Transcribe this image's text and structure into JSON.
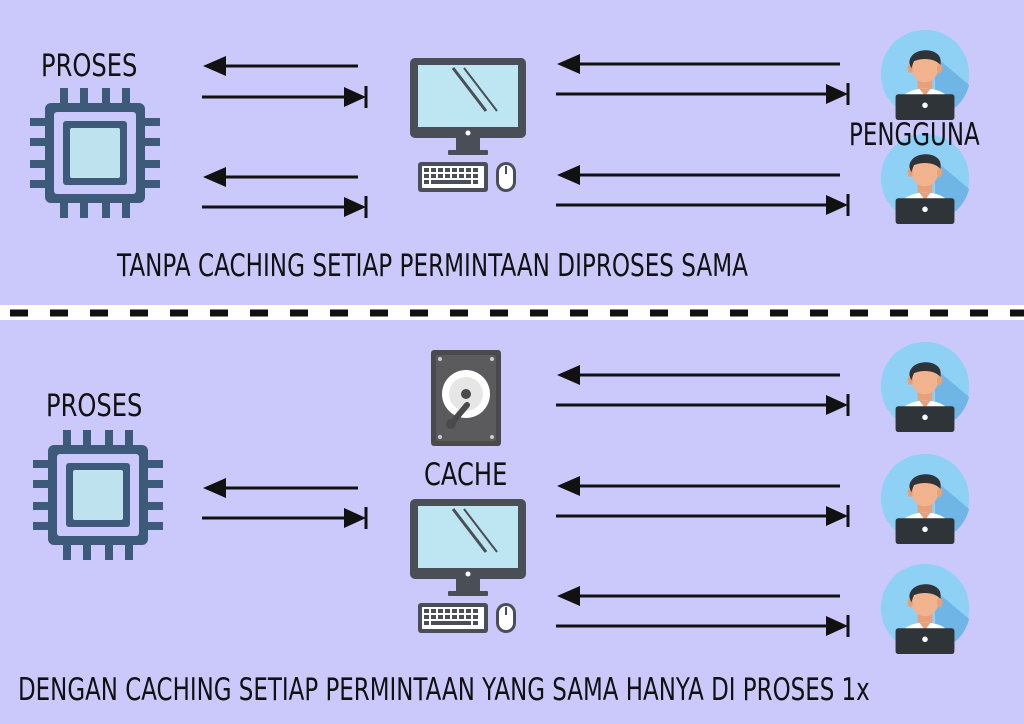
{
  "colors": {
    "background": "#cbc9fb",
    "chip": "#3e5a7a",
    "chip_inner": "#bfe3ee",
    "monitor_frame": "#4a4f57",
    "monitor_screen": "#bde6f2",
    "user_circle": "#8fd0f5",
    "arrow": "#111111",
    "disk_body": "#5b5b5e"
  },
  "top_section": {
    "process_label": "PROSES",
    "user_label": "PENGGUNA",
    "caption": "TANPA CACHING SETIAP PERMINTAAN DIPROSES SAMA"
  },
  "bottom_section": {
    "process_label": "PROSES",
    "cache_label": "CACHE",
    "caption": "DENGAN CACHING SETIAP PERMINTAAN YANG SAMA HANYA DI PROSES 1x"
  },
  "icons": {
    "processor": "cpu-chip-icon",
    "computer": "desktop-computer-icon",
    "keyboard": "keyboard-icon",
    "mouse": "mouse-icon",
    "user": "user-avatar-icon",
    "cache": "hard-disk-icon"
  }
}
